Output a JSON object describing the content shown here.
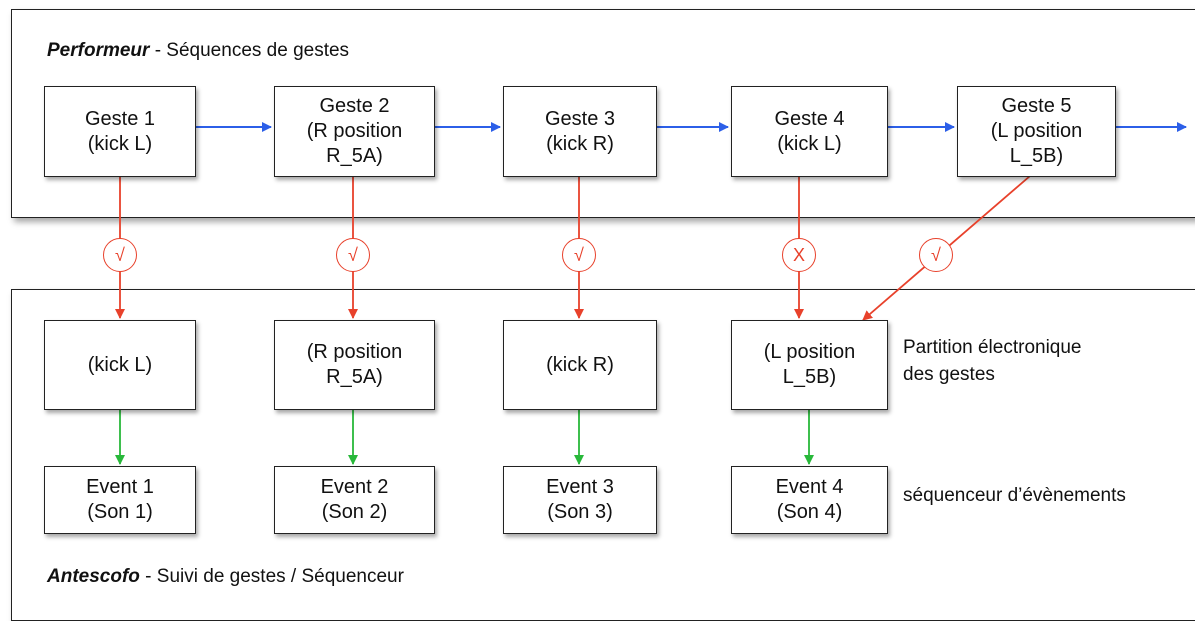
{
  "performer": {
    "title_strong": "Performeur",
    "title_rest": " - Séquences de gestes",
    "gestures": [
      {
        "label": "Geste 1\n(kick L)"
      },
      {
        "label": "Geste 2\n(R position\nR_5A)"
      },
      {
        "label": "Geste 3\n(kick R)"
      },
      {
        "label": "Geste 4\n(kick L)"
      },
      {
        "label": "Geste 5\n(L position\nL_5B)"
      }
    ]
  },
  "matches": [
    {
      "symbol": "√",
      "status": "match"
    },
    {
      "symbol": "√",
      "status": "match"
    },
    {
      "symbol": "√",
      "status": "match"
    },
    {
      "symbol": "X",
      "status": "miss"
    },
    {
      "symbol": "√",
      "status": "match"
    }
  ],
  "antescofo": {
    "title_strong": "Antescofo",
    "title_rest": " - Suivi de gestes / Séquenceur",
    "score_label": "Partition électronique\ndes gestes",
    "sequencer_label": "séquenceur d’évènements",
    "score": [
      {
        "label": "(kick L)"
      },
      {
        "label": "(R position\nR_5A)"
      },
      {
        "label": "(kick R)"
      },
      {
        "label": "(L position\nL_5B)"
      }
    ],
    "events": [
      {
        "label": "Event 1\n(Son 1)"
      },
      {
        "label": "Event 2\n(Son 2)"
      },
      {
        "label": "Event 3\n(Son 3)"
      },
      {
        "label": "Event 4\n(Son 4)"
      }
    ]
  },
  "colors": {
    "sequence_arrow": "#2c5fe8",
    "match_arrow": "#e8412b",
    "trigger_arrow": "#28b83a",
    "border": "#222222"
  }
}
